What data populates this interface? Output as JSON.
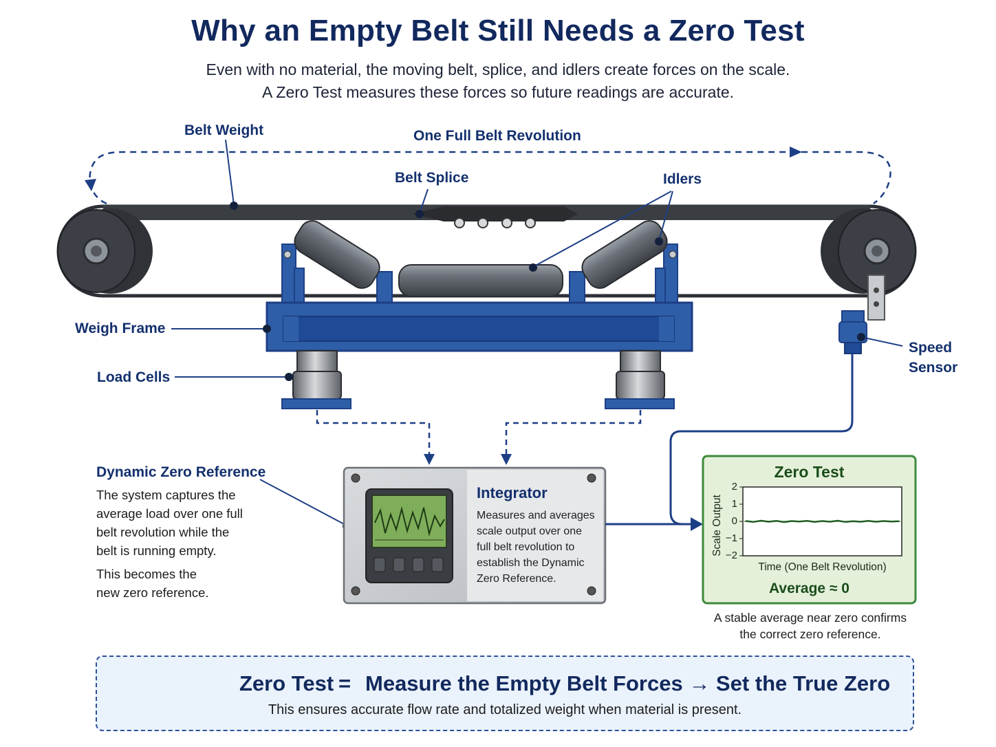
{
  "header": {
    "title": "Why an Empty Belt Still Needs a Zero Test",
    "subtitle_line1": "Even with no material, the moving belt, splice, and idlers create forces on the scale.",
    "subtitle_line2": "A Zero Test measures these forces so future readings are accurate."
  },
  "labels": {
    "belt_weight": "Belt Weight",
    "one_revolution": "One Full Belt Revolution",
    "belt_splice": "Belt Splice",
    "idlers": "Idlers",
    "weigh_frame": "Weigh Frame",
    "load_cells": "Load Cells",
    "speed_sensor_line1": "Speed",
    "speed_sensor_line2": "Sensor"
  },
  "dynamic_zero": {
    "title": "Dynamic Zero Reference",
    "lines": [
      "The system captures the",
      "average load over one full",
      "belt revolution while the",
      "belt is running empty."
    ],
    "lines2": [
      "This becomes the",
      "new zero reference."
    ]
  },
  "integrator": {
    "title": "Integrator",
    "lines": [
      "Measures and averages",
      "scale output over one",
      "full belt revolution to",
      "establish the Dynamic",
      "Zero Reference."
    ]
  },
  "zero_test_chart": {
    "title": "Zero Test",
    "ylabel": "Scale Output",
    "xlabel": "Time (One Belt Revolution)",
    "yticks": [
      "2",
      "1",
      "0",
      "−1",
      "−2"
    ],
    "average": "Average ≈ 0",
    "caption_line1": "A stable average near zero confirms",
    "caption_line2": "the correct zero reference."
  },
  "chart_data": {
    "type": "line",
    "title": "Zero Test",
    "xlabel": "Time (One Belt Revolution)",
    "ylabel": "Scale Output",
    "ylim": [
      -2,
      2
    ],
    "grid": false,
    "series": [
      {
        "values": [
          0.02,
          -0.03,
          0.04,
          -0.02,
          0.03,
          -0.04,
          0.02,
          -0.01,
          0.03,
          -0.03,
          0.02,
          -0.02,
          0.04,
          -0.03,
          0.01,
          -0.02,
          0.03,
          -0.02,
          0.02,
          -0.01,
          0.01
        ]
      }
    ]
  },
  "banner": {
    "main_left": "Zero Test",
    "equals": "=",
    "main_right": "Measure the Empty Belt Forces → Set the True Zero",
    "sub": "This ensures accurate flow rate and totalized weight when material is present."
  },
  "colors": {
    "navy": "#12295e",
    "frame_blue": "#2f5ea8",
    "belt": "#3a3d42",
    "screen_green": "#7fae5a",
    "chart_green": "#e4f0d9",
    "chart_border": "#3d8a3d",
    "banner_bg": "#eaf2fb"
  },
  "icons": [
    "check-circle-icon",
    "revolution-arrow-icon"
  ]
}
